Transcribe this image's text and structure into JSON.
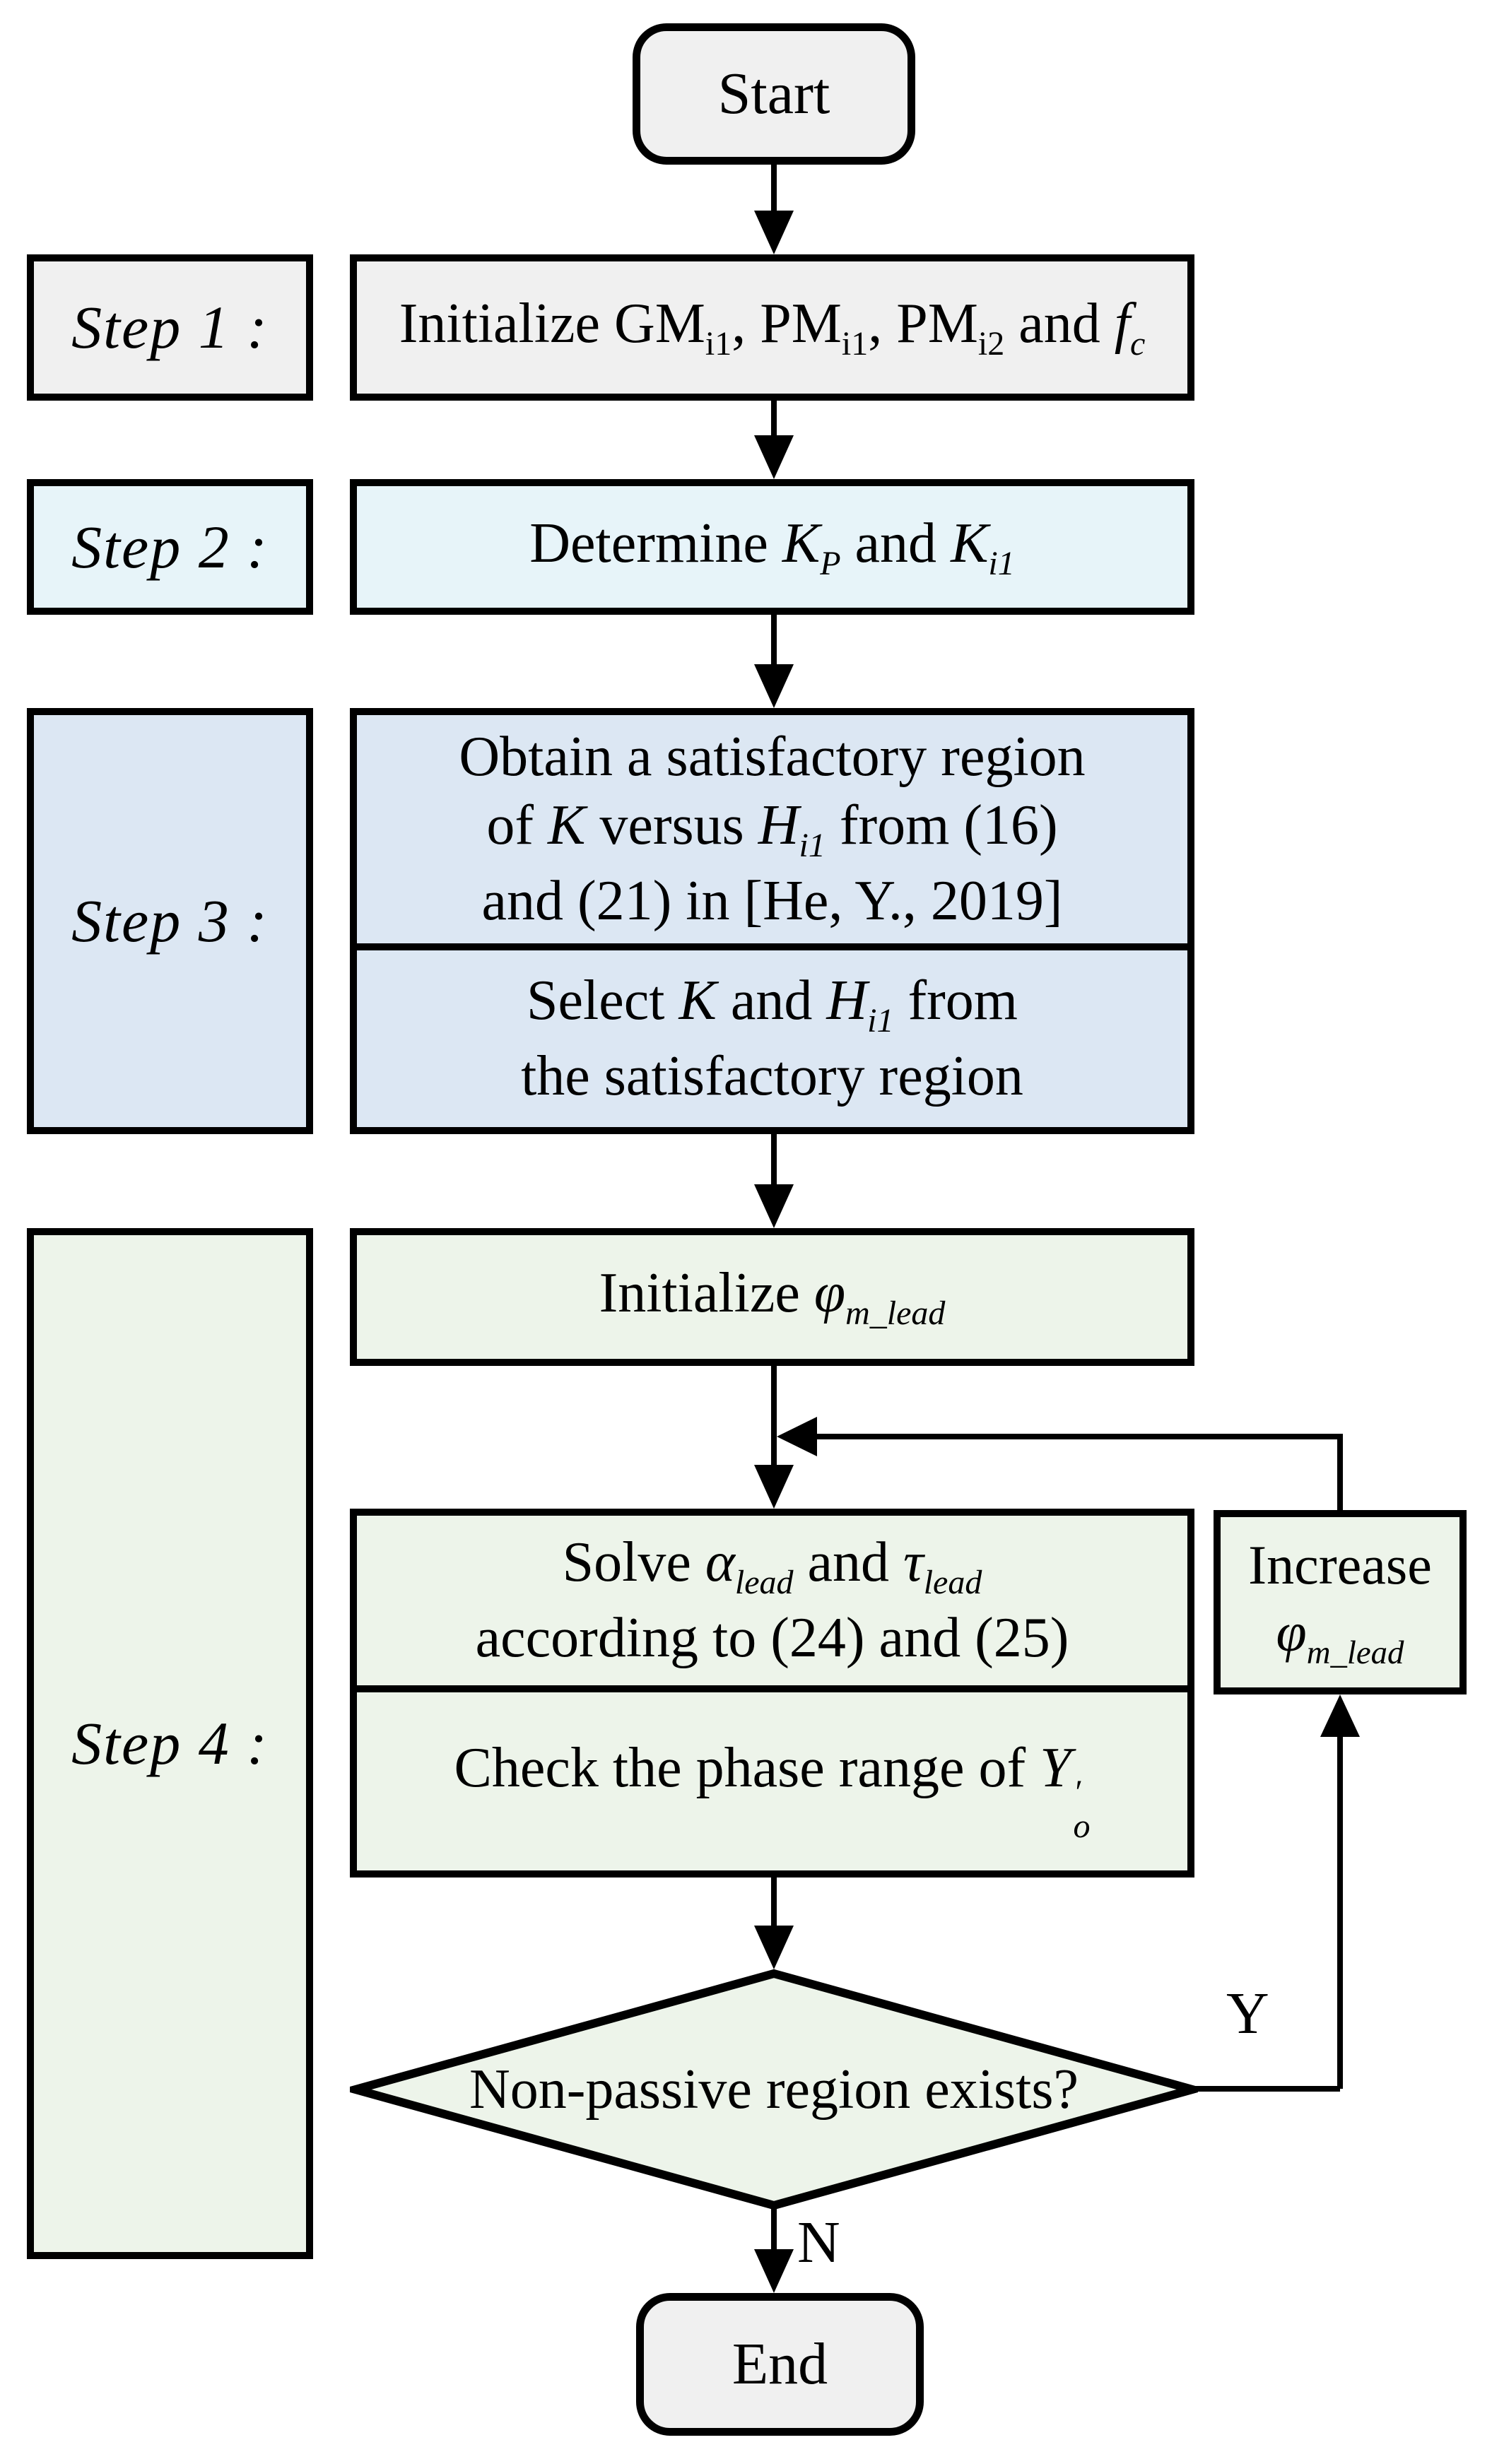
{
  "colors": {
    "gray": "#F0F0F0",
    "cyan": "#E7F4F9",
    "blue": "#DCE7F3",
    "green": "#EDF4EA",
    "border": "#000000"
  },
  "nodes": {
    "start": {
      "label": "Start"
    },
    "end": {
      "label": "End"
    },
    "step1": {
      "side_label": "Step 1 :",
      "runs": [
        {
          "t": "Initialize  ",
          "s": "r"
        },
        {
          "t": "GM",
          "s": "r"
        },
        {
          "t": "i1",
          "s": "sub"
        },
        {
          "t": ", ",
          "s": "r"
        },
        {
          "t": "PM",
          "s": "r"
        },
        {
          "t": "i1",
          "s": "sub"
        },
        {
          "t": ", ",
          "s": "r"
        },
        {
          "t": "PM",
          "s": "r"
        },
        {
          "t": "i2",
          "s": "sub"
        },
        {
          "t": " and ",
          "s": "r"
        },
        {
          "t": "f",
          "s": "i"
        },
        {
          "t": "c",
          "s": "subi"
        }
      ]
    },
    "step2": {
      "side_label": "Step 2 :",
      "runs": [
        {
          "t": "Determine  ",
          "s": "r"
        },
        {
          "t": "K",
          "s": "i"
        },
        {
          "t": "P",
          "s": "subi"
        },
        {
          "t": "  and  ",
          "s": "r"
        },
        {
          "t": "K",
          "s": "i"
        },
        {
          "t": "i1",
          "s": "subi"
        }
      ]
    },
    "step3": {
      "side_label": "Step 3 :",
      "box_top_lines": [
        [
          {
            "t": "Obtain a satisfactory region",
            "s": "r"
          }
        ],
        [
          {
            "t": "of ",
            "s": "r"
          },
          {
            "t": "K",
            "s": "i"
          },
          {
            "t": " versus ",
            "s": "r"
          },
          {
            "t": "H",
            "s": "i"
          },
          {
            "t": "i1",
            "s": "subi"
          },
          {
            "t": " from (16)",
            "s": "r"
          }
        ],
        [
          {
            "t": "and (21) in [He, Y., 2019]",
            "s": "r"
          }
        ]
      ],
      "box_bottom_lines": [
        [
          {
            "t": "Select ",
            "s": "r"
          },
          {
            "t": "K",
            "s": "i"
          },
          {
            "t": " and ",
            "s": "r"
          },
          {
            "t": "H",
            "s": "i"
          },
          {
            "t": "i1",
            "s": "subi"
          },
          {
            "t": " from",
            "s": "r"
          }
        ],
        [
          {
            "t": "the satisfactory region",
            "s": "r"
          }
        ]
      ]
    },
    "step4": {
      "side_label": "Step 4 :",
      "init_runs": [
        {
          "t": "Initialize ",
          "s": "r"
        },
        {
          "t": "φ",
          "s": "i"
        },
        {
          "t": "m_lead",
          "s": "subi"
        }
      ],
      "solve_lines": [
        [
          {
            "t": "Solve ",
            "s": "r"
          },
          {
            "t": "α",
            "s": "i"
          },
          {
            "t": "lead",
            "s": "subi"
          },
          {
            "t": "  and  ",
            "s": "r"
          },
          {
            "t": "τ",
            "s": "i"
          },
          {
            "t": "lead",
            "s": "subi"
          }
        ],
        [
          {
            "t": "according to (24) and (25)",
            "s": "r"
          }
        ]
      ],
      "check_runs": [
        {
          "t": "Check the phase range of ",
          "s": "r"
        },
        {
          "t": "Y",
          "s": "i"
        },
        {
          "s": "stk",
          "sup": "′",
          "sub": "o"
        }
      ],
      "decision_label": "Non-passive region exists?",
      "increase_line1": "Increase",
      "increase_runs": [
        {
          "t": "φ",
          "s": "i"
        },
        {
          "t": "m_lead",
          "s": "subi"
        }
      ]
    }
  },
  "edges": {
    "yes_label": "Y",
    "no_label": "N"
  }
}
